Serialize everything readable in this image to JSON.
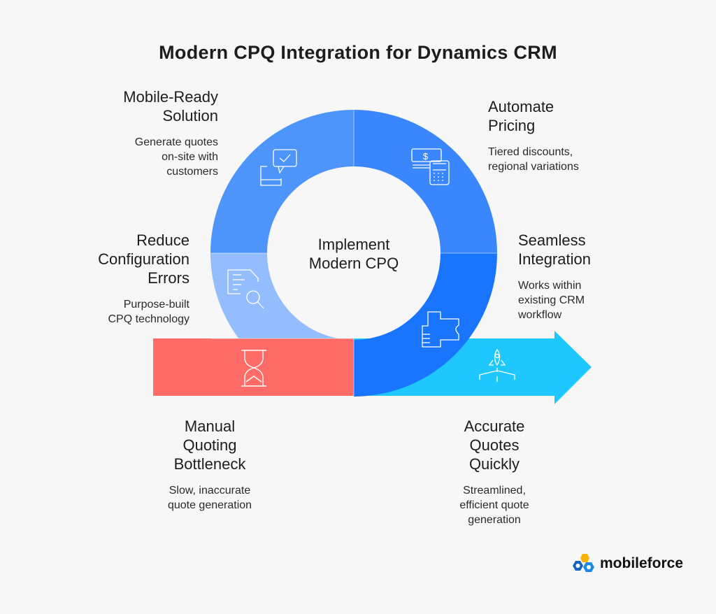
{
  "title": "Modern CPQ Integration for Dynamics CRM",
  "center_label": [
    "Implement",
    "Modern CPQ"
  ],
  "stages": [
    {
      "id": "mobile",
      "title": [
        "Mobile-Ready",
        "Solution"
      ],
      "desc": [
        "Generate quotes",
        "on-site with",
        "customers"
      ],
      "color": "#4d94fb",
      "icon": "mobile-chat-check-icon"
    },
    {
      "id": "pricing",
      "title": [
        "Automate",
        "Pricing"
      ],
      "desc": [
        "Tiered discounts,",
        "regional variations"
      ],
      "color": "#3a86fd",
      "icon": "money-calculator-icon"
    },
    {
      "id": "errors",
      "title": [
        "Reduce",
        "Configuration",
        "Errors"
      ],
      "desc": [
        "Purpose-built",
        "CPQ technology"
      ],
      "color": "#93bdfd",
      "icon": "document-search-icon"
    },
    {
      "id": "integration",
      "title": [
        "Seamless",
        "Integration"
      ],
      "desc": [
        "Works within",
        "existing CRM",
        "workflow"
      ],
      "color": "#1a75fe",
      "icon": "puzzle-icon"
    },
    {
      "id": "bottleneck",
      "title": [
        "Manual",
        "Quoting",
        "Bottleneck"
      ],
      "desc": [
        "Slow, inaccurate",
        "quote generation"
      ],
      "color": "#ff6b66",
      "icon": "hourglass-icon"
    },
    {
      "id": "accurate",
      "title": [
        "Accurate",
        "Quotes",
        "Quickly"
      ],
      "desc": [
        "Streamlined,",
        "efficient quote",
        "generation"
      ],
      "color": "#1ec8fe",
      "icon": "rocket-icon"
    }
  ],
  "logo_text": "mobileforce"
}
